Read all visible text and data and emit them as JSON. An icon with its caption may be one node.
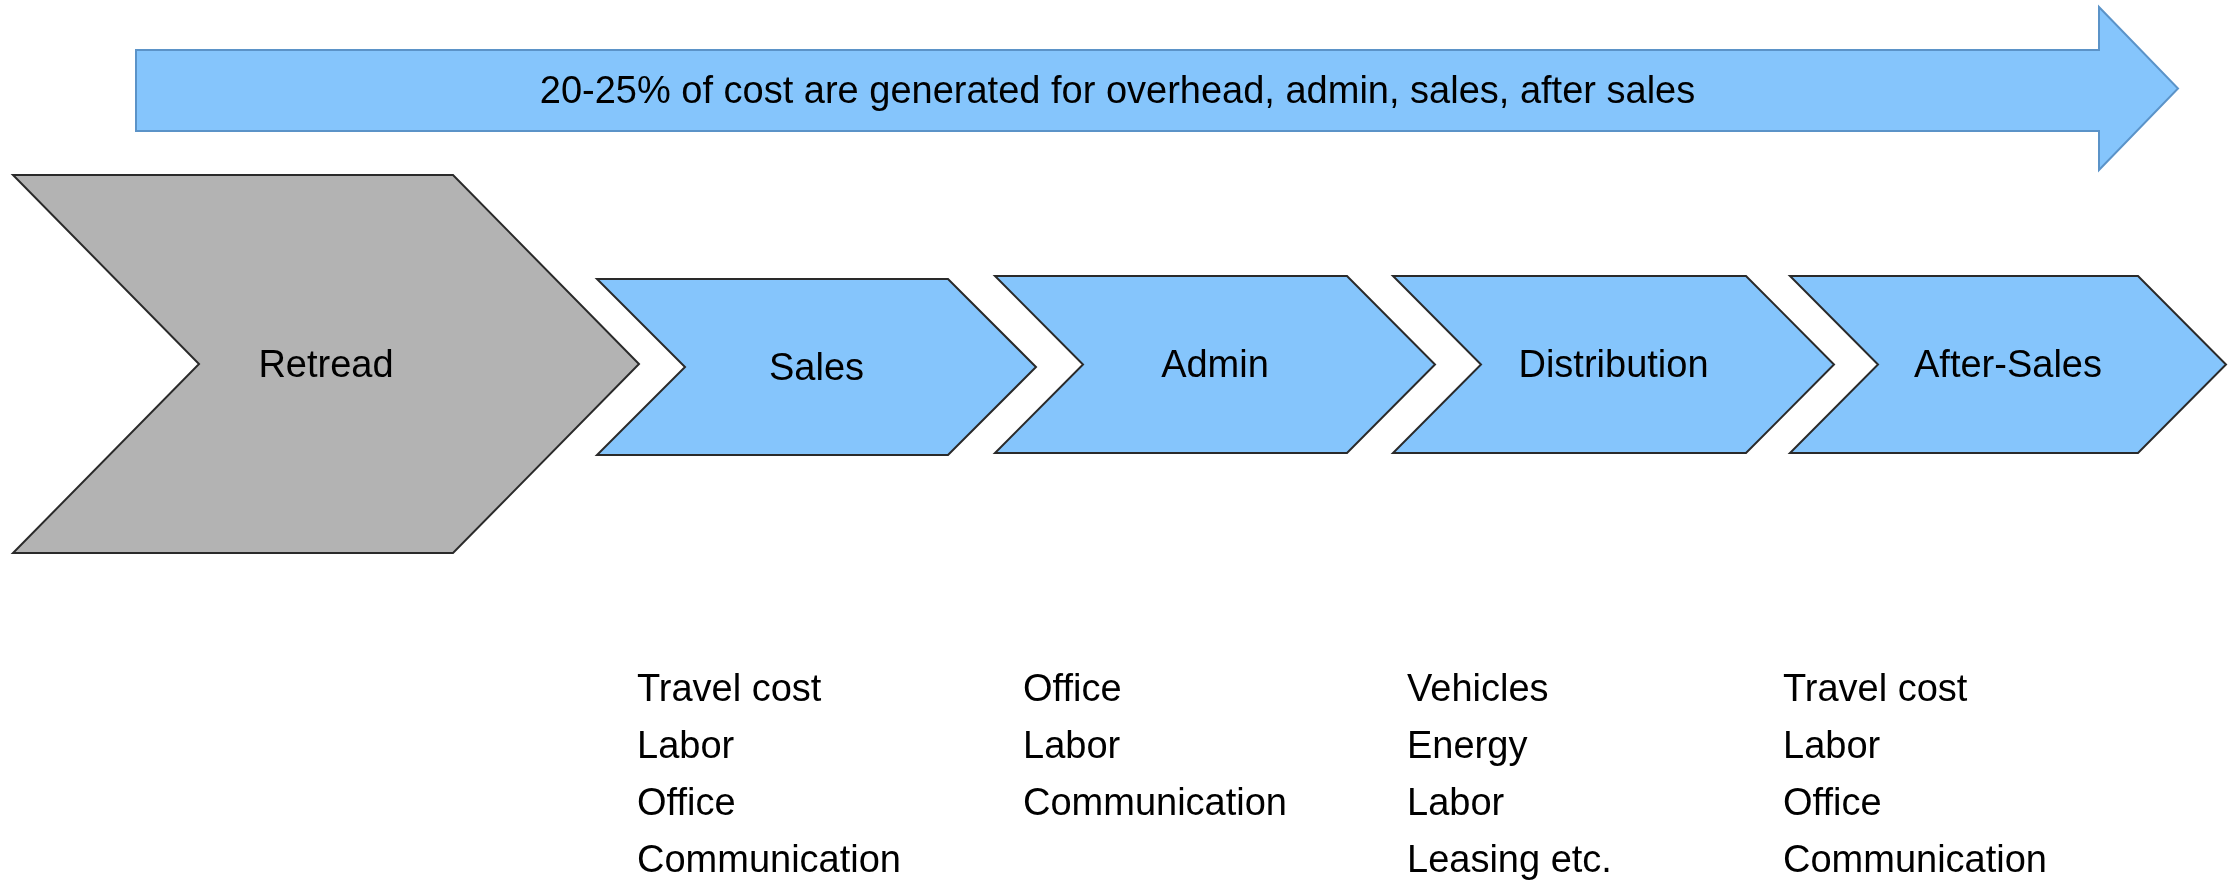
{
  "diagram": {
    "nodes": [
      {
        "text": [
          "20-25% of cost are generated for overhead, admin, sales, after sales"
        ]
      },
      {
        "text": [
          "Retread"
        ]
      },
      {
        "text": [
          "Sales"
        ],
        "beside": [
          "Travel cost",
          "Labor",
          "Office",
          "Communication"
        ]
      },
      {
        "text": [
          "Admin"
        ],
        "beside": [
          "Office",
          "Labor",
          "Communication"
        ]
      },
      {
        "text": [
          "Distribution"
        ],
        "beside": [
          "Vehicles",
          "Energy",
          "Labor",
          "Leasing etc."
        ]
      },
      {
        "text": [
          "After-Sales"
        ],
        "beside": [
          "Travel cost",
          "Labor",
          "Office",
          "Communication"
        ]
      }
    ]
  }
}
